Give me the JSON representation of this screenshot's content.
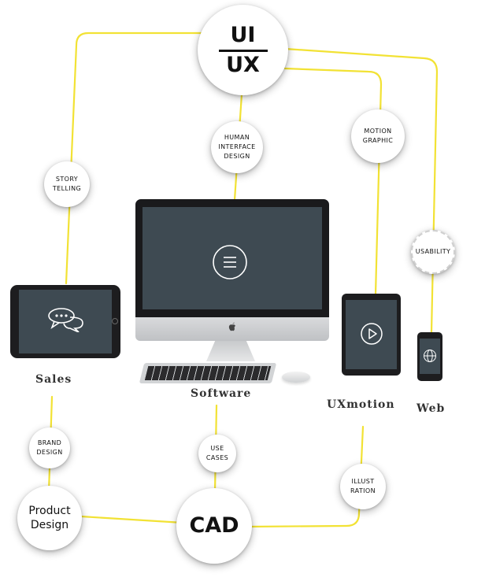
{
  "hub": {
    "top": "UI",
    "bottom": "UX"
  },
  "cad": "CAD",
  "product_design": [
    "Product",
    "Design"
  ],
  "topics": {
    "story_telling": [
      "STORY",
      "TELLING"
    ],
    "human_interface_design": [
      "HUMAN",
      "INTERFACE",
      "DESIGN"
    ],
    "motion_graphic": [
      "MOTION",
      "GRAPHIC"
    ],
    "usability": [
      "USABILITY"
    ],
    "brand_design": [
      "BRAND",
      "DESIGN"
    ],
    "use_cases": [
      "USE",
      "CASES"
    ],
    "illustration": [
      "ILLUST",
      "RATION"
    ]
  },
  "devices": {
    "sales": "Sales",
    "software": "Software",
    "uxmotion": "UXmotion",
    "web": "Web"
  },
  "colors": {
    "connector": "#f2e234",
    "screen": "#3e4a52",
    "node_fill": "#ffffff"
  },
  "icons": {
    "tablet_screen": "chat-bubbles-icon",
    "monitor_screen": "menu-icon",
    "ipad_screen": "play-icon",
    "phone_screen": "globe-icon",
    "monitor_badge": "apple-logo-icon"
  }
}
